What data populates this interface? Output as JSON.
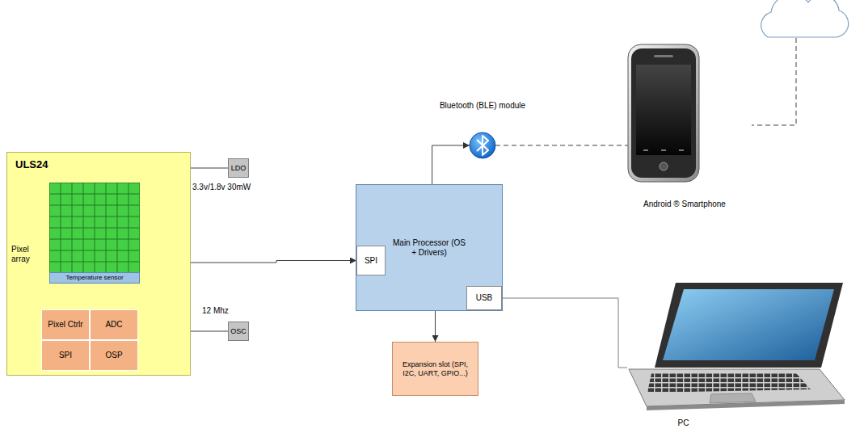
{
  "diagram": {
    "nodes": [
      {
        "text": [
          "ULS24"
        ]
      },
      {
        "text": [
          "Temperature sensor"
        ],
        "in": 0
      },
      {
        "text": [
          "Pixel Ctrlr"
        ],
        "in": 0
      },
      {
        "text": [
          "ADC"
        ],
        "in": 0
      },
      {
        "text": [
          "SPI"
        ],
        "in": 0
      },
      {
        "text": [
          "OSP"
        ],
        "in": 0
      },
      {
        "text": [
          "LDO"
        ]
      },
      {
        "text": [
          "OSC"
        ]
      },
      {
        "text": [
          "Main Processor (OS + Drivers)"
        ]
      },
      {
        "text": [
          "SPI"
        ],
        "in": 8
      },
      {
        "text": [
          "USB"
        ],
        "in": 8
      },
      {
        "text": [
          "Expansion slot (SPI, I2C, UART, GPIO...)"
        ]
      },
      {
        "text": [
          "Bluetooth (BLE) module"
        ]
      },
      {
        "text": [
          "Android ® Smartphone"
        ]
      },
      {
        "text": [
          "PC"
        ]
      }
    ],
    "edges": [
      {
        "from": 0,
        "to": 6,
        "arrow": "none"
      },
      {
        "from": 0,
        "to": 7,
        "arrow": "none"
      },
      {
        "from": 0,
        "to": 9,
        "arrow": "to"
      },
      {
        "from": 8,
        "to": 12,
        "arrow": "to"
      },
      {
        "from": 12,
        "to": 13,
        "arrow": "none"
      },
      {
        "from": 8,
        "to": 11,
        "arrow": "to"
      },
      {
        "from": 10,
        "to": 14,
        "arrow": "none"
      }
    ],
    "labels": [
      "Pixel array",
      "3.3v/1.8v 30mW",
      "12 Mhz"
    ]
  }
}
